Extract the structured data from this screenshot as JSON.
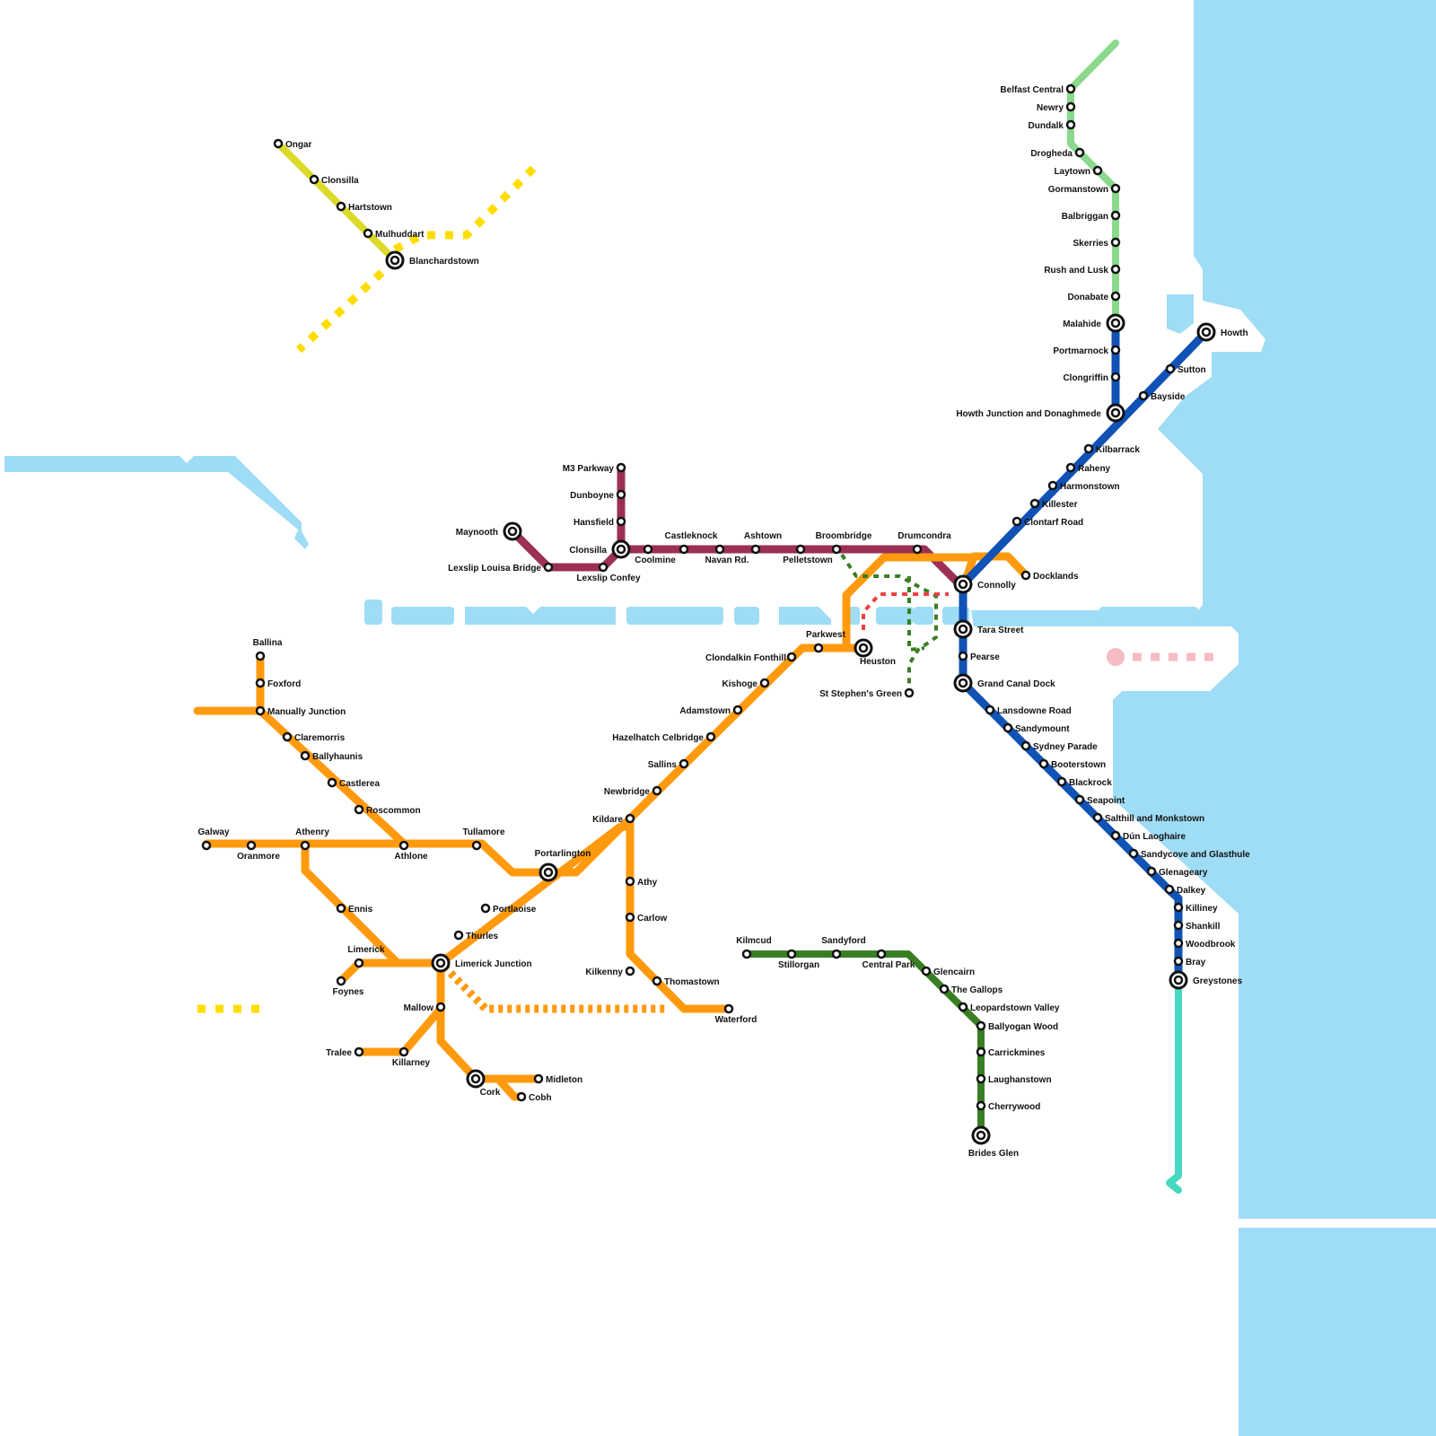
{
  "map": {
    "colors": {
      "background": "#ffffff",
      "water": "#9fdcf5",
      "station_fill": "#ffffff",
      "station_stroke": "#111111"
    },
    "lines": [
      {
        "id": "yellow",
        "color": "#dada2a"
      },
      {
        "id": "yellow-planned",
        "color": "#ffdd00"
      },
      {
        "id": "maroon",
        "color": "#9c2f55"
      },
      {
        "id": "orange",
        "color": "#ff9a0f"
      },
      {
        "id": "blue",
        "color": "#1052b5"
      },
      {
        "id": "light-green",
        "color": "#8ad98c"
      },
      {
        "id": "dark-green",
        "color": "#3a7e24"
      },
      {
        "id": "teal",
        "color": "#44d9c0"
      },
      {
        "id": "red-planned",
        "color": "#f04040"
      },
      {
        "id": "pink-planned",
        "color": "#f5bcc2"
      }
    ],
    "stations": [
      {
        "name": "Ongar"
      },
      {
        "name": "Clonsilla"
      },
      {
        "name": "Hartstown"
      },
      {
        "name": "Mulhuddart"
      },
      {
        "name": "Blanchardstown"
      },
      {
        "name": "M3 Parkway"
      },
      {
        "name": "Dunboyne"
      },
      {
        "name": "Hansfield"
      },
      {
        "name": "Clonsilla"
      },
      {
        "name": "Maynooth"
      },
      {
        "name": "Lexslip Louisa Bridge"
      },
      {
        "name": "Lexslip Confey"
      },
      {
        "name": "Coolmine"
      },
      {
        "name": "Castleknock"
      },
      {
        "name": "Navan Rd."
      },
      {
        "name": "Ashtown"
      },
      {
        "name": "Pelletstown"
      },
      {
        "name": "Broombridge"
      },
      {
        "name": "Drumcondra"
      },
      {
        "name": "Connolly"
      },
      {
        "name": "Docklands"
      },
      {
        "name": "Tara Street"
      },
      {
        "name": "Pearse"
      },
      {
        "name": "Grand Canal Dock"
      },
      {
        "name": "Heuston"
      },
      {
        "name": "Parkwest"
      },
      {
        "name": "Clondalkin Fonthill"
      },
      {
        "name": "Kishoge"
      },
      {
        "name": "Adamstown"
      },
      {
        "name": "Hazelhatch Celbridge"
      },
      {
        "name": "Sallins"
      },
      {
        "name": "Newbridge"
      },
      {
        "name": "Kildare"
      },
      {
        "name": "St Stephen's Green"
      },
      {
        "name": "Belfast Central"
      },
      {
        "name": "Newry"
      },
      {
        "name": "Dundalk"
      },
      {
        "name": "Drogheda"
      },
      {
        "name": "Laytown"
      },
      {
        "name": "Gormanstown"
      },
      {
        "name": "Balbriggan"
      },
      {
        "name": "Skerries"
      },
      {
        "name": "Rush and Lusk"
      },
      {
        "name": "Donabate"
      },
      {
        "name": "Malahide"
      },
      {
        "name": "Portmarnock"
      },
      {
        "name": "Clongriffin"
      },
      {
        "name": "Howth Junction and Donaghmede"
      },
      {
        "name": "Howth"
      },
      {
        "name": "Sutton"
      },
      {
        "name": "Bayside"
      },
      {
        "name": "Kilbarrack"
      },
      {
        "name": "Raheny"
      },
      {
        "name": "Harmonstown"
      },
      {
        "name": "Killester"
      },
      {
        "name": "Clontarf Road"
      },
      {
        "name": "Lansdowne Road"
      },
      {
        "name": "Sandymount"
      },
      {
        "name": "Sydney Parade"
      },
      {
        "name": "Booterstown"
      },
      {
        "name": "Blackrock"
      },
      {
        "name": "Seapoint"
      },
      {
        "name": "Salthill and Monkstown"
      },
      {
        "name": "Dún Laoghaire"
      },
      {
        "name": "Sandycove and Glasthule"
      },
      {
        "name": "Glenageary"
      },
      {
        "name": "Dalkey"
      },
      {
        "name": "Killiney"
      },
      {
        "name": "Shankill"
      },
      {
        "name": "Woodbrook"
      },
      {
        "name": "Bray"
      },
      {
        "name": "Greystones"
      },
      {
        "name": "Kilmcud"
      },
      {
        "name": "Stillorgan"
      },
      {
        "name": "Sandyford"
      },
      {
        "name": "Central Park"
      },
      {
        "name": "Glencairn"
      },
      {
        "name": "The Gallops"
      },
      {
        "name": "Leopardstown Valley"
      },
      {
        "name": "Ballyogan Wood"
      },
      {
        "name": "Carrickmines"
      },
      {
        "name": "Laughanstown"
      },
      {
        "name": "Cherrywood"
      },
      {
        "name": "Brides Glen"
      },
      {
        "name": "Ballina"
      },
      {
        "name": "Foxford"
      },
      {
        "name": "Manually Junction"
      },
      {
        "name": "Claremorris"
      },
      {
        "name": "Ballyhaunis"
      },
      {
        "name": "Castlerea"
      },
      {
        "name": "Roscommon"
      },
      {
        "name": "Galway"
      },
      {
        "name": "Oranmore"
      },
      {
        "name": "Athenry"
      },
      {
        "name": "Athlone"
      },
      {
        "name": "Tullamore"
      },
      {
        "name": "Portarlington"
      },
      {
        "name": "Portlaoise"
      },
      {
        "name": "Thurles"
      },
      {
        "name": "Ennis"
      },
      {
        "name": "Limerick"
      },
      {
        "name": "Foynes"
      },
      {
        "name": "Limerick Junction"
      },
      {
        "name": "Mallow"
      },
      {
        "name": "Tralee"
      },
      {
        "name": "Killarney"
      },
      {
        "name": "Cork"
      },
      {
        "name": "Midleton"
      },
      {
        "name": "Cobh"
      },
      {
        "name": "Athy"
      },
      {
        "name": "Carlow"
      },
      {
        "name": "Kilkenny"
      },
      {
        "name": "Thomastown"
      },
      {
        "name": "Waterford"
      }
    ]
  }
}
